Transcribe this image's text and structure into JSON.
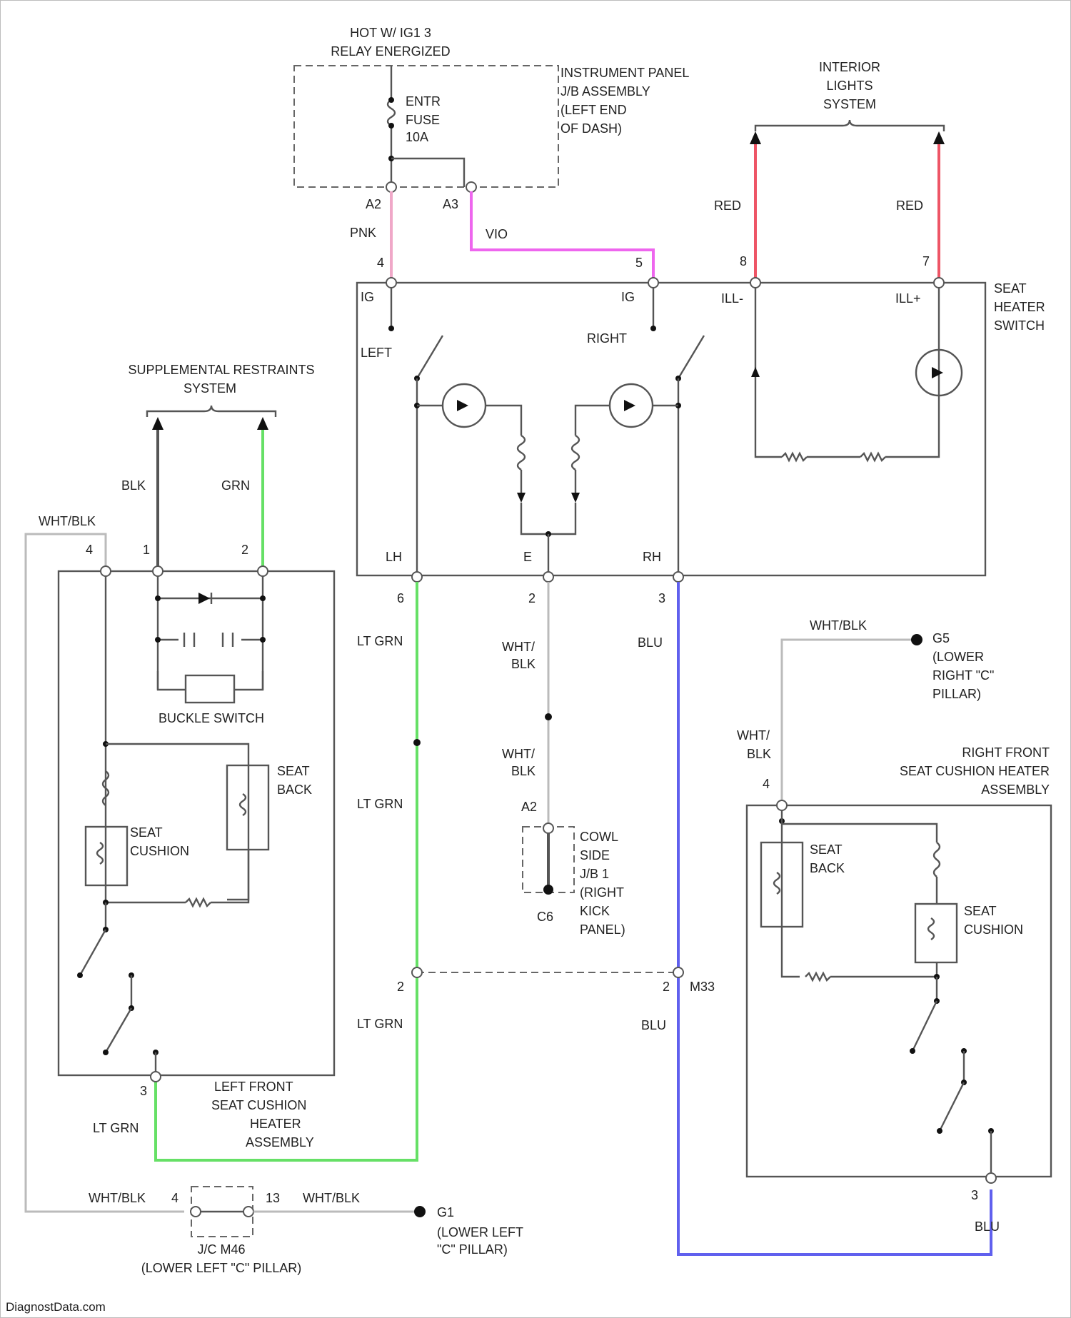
{
  "power_source": {
    "line1": "HOT W/ IG1 3",
    "line2": "RELAY ENERGIZED"
  },
  "fuse": {
    "line1": "ENTR",
    "line2": "FUSE",
    "line3": "10A"
  },
  "ip_jb": {
    "line1": "INSTRUMENT PANEL",
    "line2": "J/B ASSEMBLY",
    "line3": "(LEFT END",
    "line4": "OF DASH)"
  },
  "interior_lights": {
    "line1": "INTERIOR",
    "line2": "LIGHTS",
    "line3": "SYSTEM"
  },
  "srs": {
    "line1": "SUPPLEMENTAL RESTRAINTS",
    "line2": "SYSTEM"
  },
  "seat_heater_switch": {
    "line1": "SEAT",
    "line2": "HEATER",
    "line3": "SWITCH"
  },
  "switch_terminals": {
    "ig": "IG",
    "lh": "LH",
    "e": "E",
    "rh": "RH",
    "ill_minus": "ILL-",
    "ill_plus": "ILL+",
    "left": "LEFT",
    "right": "RIGHT"
  },
  "pins": {
    "a2": "A2",
    "a3": "A3",
    "p4": "4",
    "p5": "5",
    "p6": "6",
    "p7": "7",
    "p8": "8",
    "p2": "2",
    "p3": "3",
    "p1": "1",
    "a2b": "A2",
    "c6": "C6",
    "p4l": "4",
    "p13": "13"
  },
  "wires": {
    "pnk": "PNK",
    "vio": "VIO",
    "red_l": "RED",
    "red_r": "RED",
    "blk": "BLK",
    "grn": "GRN",
    "wht_blk_top_left": "WHT/BLK",
    "lt_grn_1": "LT GRN",
    "lt_grn_2": "LT GRN",
    "lt_grn_3": "LT GRN",
    "lt_grn_4": "LT GRN",
    "wht_blk_1a": "WHT/",
    "wht_blk_1b": "BLK",
    "wht_blk_2a": "WHT/",
    "wht_blk_2b": "BLK",
    "blu_1": "BLU",
    "blu_2": "BLU",
    "blu_3": "BLU",
    "wht_blk_right": "WHT/BLK",
    "wht_blk_r2a": "WHT/",
    "wht_blk_r2b": "BLK",
    "wht_blk_bot_l": "WHT/BLK",
    "wht_blk_bot_r": "WHT/BLK"
  },
  "buckle_switch": "BUCKLE SWITCH",
  "left_seat": {
    "back1": "SEAT",
    "back2": "BACK",
    "cush1": "SEAT",
    "cush2": "CUSHION",
    "name1": "LEFT FRONT",
    "name2": "SEAT CUSHION",
    "name3": "HEATER",
    "name4": "ASSEMBLY"
  },
  "right_seat": {
    "back1": "SEAT",
    "back2": "BACK",
    "cush1": "SEAT",
    "cush2": "CUSHION",
    "name1": "RIGHT FRONT",
    "name2": "SEAT CUSHION HEATER",
    "name3": "ASSEMBLY"
  },
  "g5": {
    "id": "G5",
    "line1": "(LOWER",
    "line2": "RIGHT \"C\"",
    "line3": "PILLAR)"
  },
  "g1": {
    "id": "G1",
    "line1": "(LOWER LEFT",
    "line2": "\"C\" PILLAR)"
  },
  "cowl_jb": {
    "line1": "COWL",
    "line2": "SIDE",
    "line3": "J/B 1",
    "line4": "(RIGHT",
    "line5": "KICK",
    "line6": "PANEL)"
  },
  "jc": {
    "line1": "J/C M46",
    "line2": "(LOWER LEFT \"C\" PILLAR)"
  },
  "m33": "M33",
  "footer": "DiagnostData.com"
}
